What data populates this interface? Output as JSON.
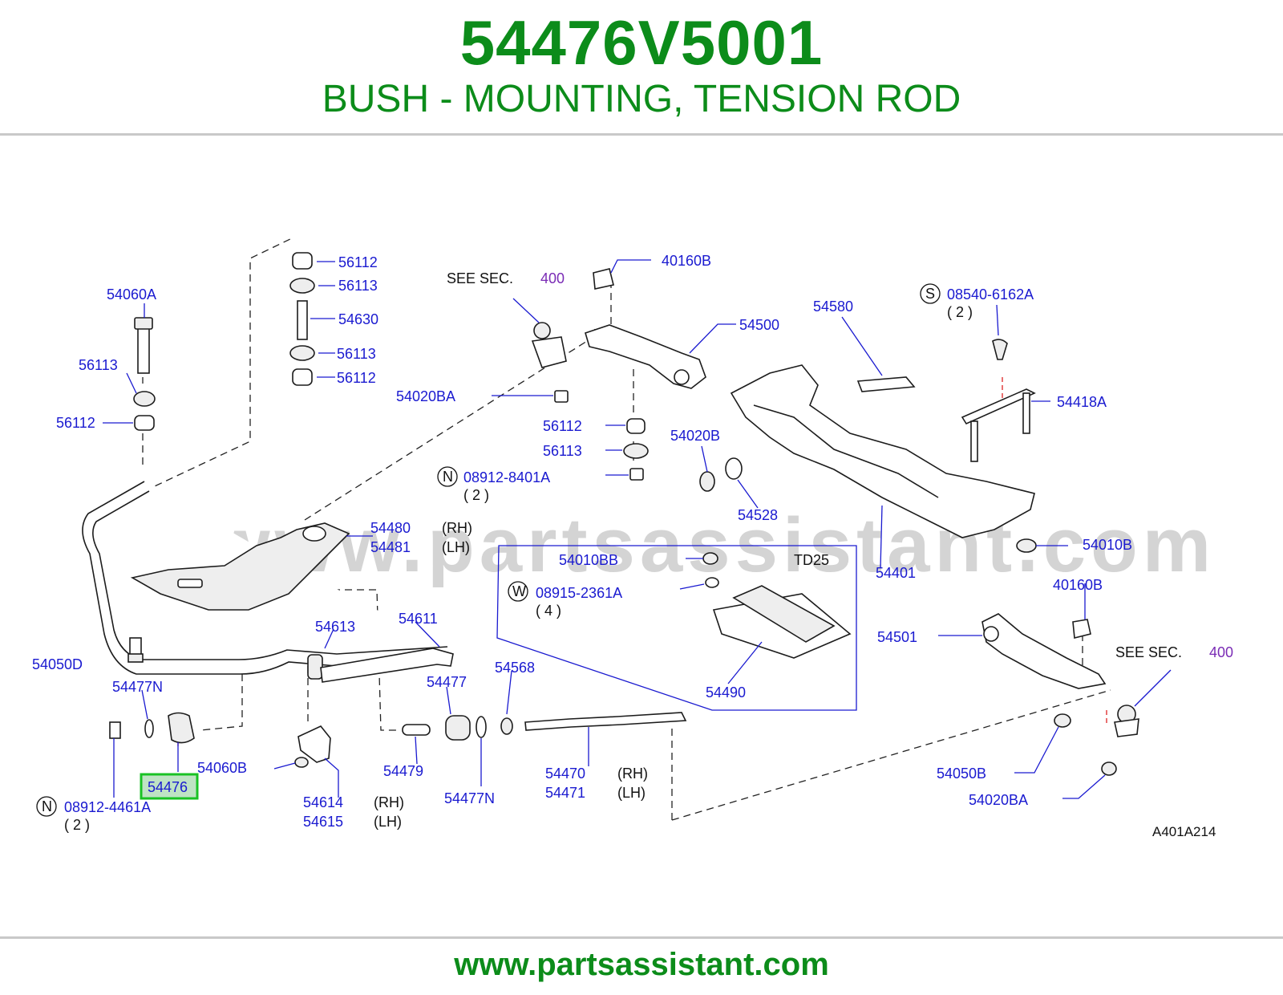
{
  "header": {
    "part_number": "54476V5001",
    "description": "BUSH - MOUNTING, TENSION ROD"
  },
  "watermark": "www.partsassistant.com",
  "footer": {
    "url": "www.partsassistant.com"
  },
  "diagram": {
    "figure_code": "A401A214",
    "highlighted_part": "54476",
    "see_section_text": "SEE   SEC.",
    "see_section_number": "400",
    "variant_box_label": "TD25",
    "labels": {
      "p56112_a": "56112",
      "p56113_a": "56113",
      "p54630": "54630",
      "p56113_b": "56113",
      "p56112_b": "56112",
      "p54060A": "54060A",
      "p56113_c": "56113",
      "p56112_c": "56112",
      "p40160B_a": "40160B",
      "p54500": "54500",
      "p54020BA_a": "54020BA",
      "p56112_d": "56112",
      "p56113_d": "56113",
      "n08912_8401A": "08912-8401A",
      "qty_2_a": "( 2 )",
      "p54020B": "54020B",
      "p54528": "54528",
      "p54580": "54580",
      "s08540_6162A": "08540-6162A",
      "qty_2_b": "( 2 )",
      "p54418A": "54418A",
      "p54401": "54401",
      "p54010B": "54010B",
      "p54480": "54480",
      "p54481": "54481",
      "rh_a": "(RH)",
      "lh_a": "(LH)",
      "p54010BB": "54010BB",
      "w08915_2361A": "08915-2361A",
      "qty_4": "( 4 )",
      "p54490": "54490",
      "p54613": "54613",
      "p54611": "54611",
      "p54050D": "54050D",
      "p54477N_a": "54477N",
      "p54477": "54477",
      "p54568": "54568",
      "p54060B": "54060B",
      "p54479": "54479",
      "p54477N_b": "54477N",
      "p54470": "54470",
      "p54471": "54471",
      "rh_b": "(RH)",
      "lh_b": "(LH)",
      "p54614": "54614",
      "p54615": "54615",
      "rh_c": "(RH)",
      "lh_c": "(LH)",
      "n08912_4461A": "08912-4461A",
      "qty_2_c": "( 2 )",
      "p40160B_b": "40160B",
      "p54501": "54501",
      "p54050B": "54050B",
      "p54020BA_b": "54020BA",
      "prefix_n": "N",
      "prefix_s": "S",
      "prefix_w": "W"
    }
  }
}
